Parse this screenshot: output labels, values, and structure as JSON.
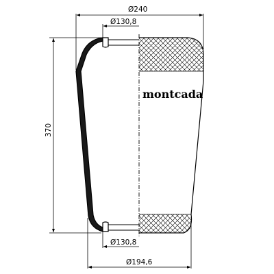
{
  "dimensions": {
    "overall_diameter": "Ø240",
    "top_plate_diameter": "Ø130,8",
    "bottom_plate_diameter": "Ø130,8",
    "bottom_diameter": "Ø194,6",
    "height": "370"
  },
  "brand": "montcada",
  "colors": {
    "line": "#000000",
    "background": "#ffffff"
  }
}
